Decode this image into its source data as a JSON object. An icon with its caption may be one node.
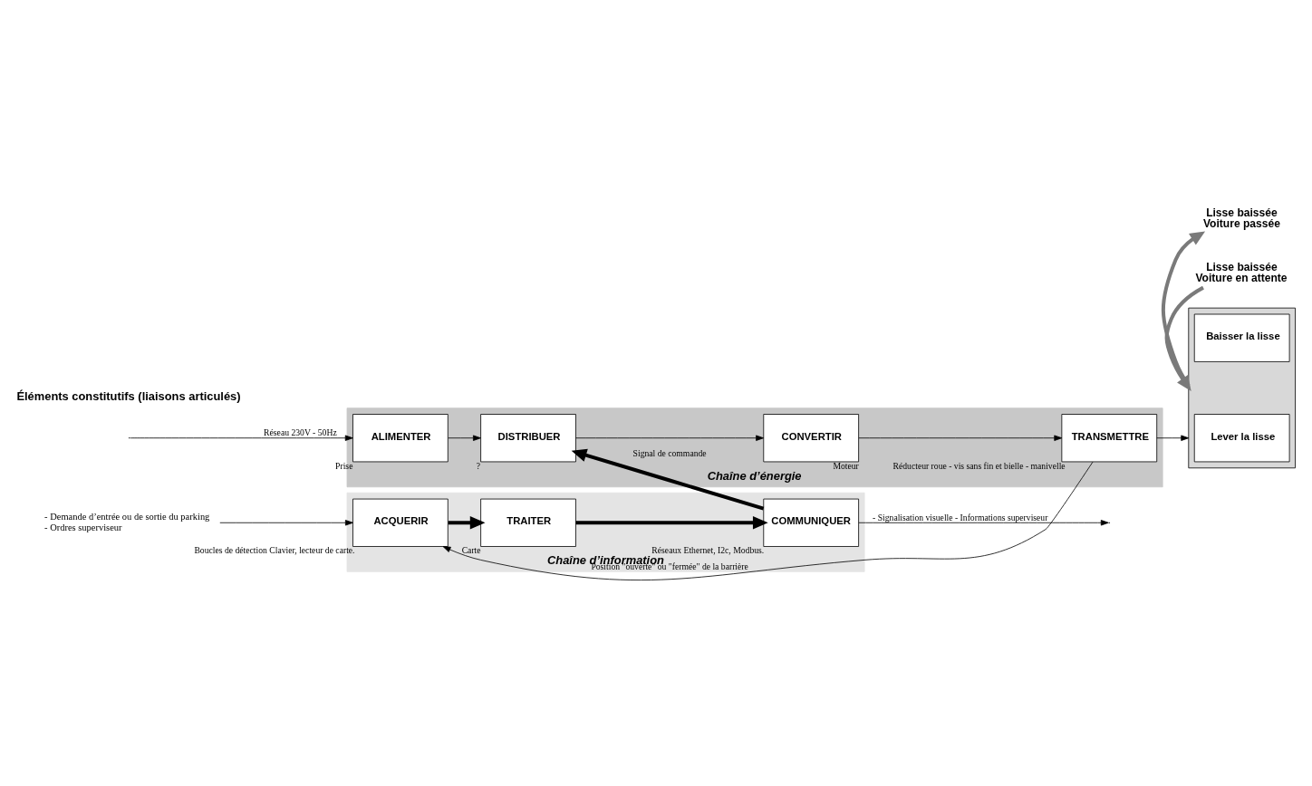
{
  "diagram": {
    "nodes": [
      {
        "text": [
          "Chaîne d’information"
        ]
      },
      {
        "text": [
          "ACQUERIR"
        ],
        "in": 0,
        "beside": [
          "Boucles de détection Clavier, lecteur de carte."
        ]
      },
      {
        "text": [
          "TRAITER"
        ],
        "in": 0,
        "beside": [
          "Carte"
        ]
      },
      {
        "text": [
          "COMMUNIQUER"
        ],
        "in": 0,
        "beside": [
          "Réseaux Ethernet, I2c, Modbus."
        ]
      },
      {
        "text": [
          "Chaîne d’énergie"
        ]
      },
      {
        "text": [
          "ALIMENTER"
        ],
        "in": 4,
        "beside": [
          "Prise"
        ]
      },
      {
        "text": [
          "DISTRIBUER"
        ],
        "in": 4,
        "beside": [
          "?"
        ]
      },
      {
        "text": [
          "CONVERTIR"
        ],
        "in": 4,
        "beside": [
          "Moteur"
        ]
      },
      {
        "text": [
          "TRANSMETTRE"
        ],
        "in": 4,
        "beside": [
          "Réducteur roue - vis sans fin et bielle - manivelle"
        ]
      },
      {
        "text": [],
        "shape": "box"
      },
      {
        "text": [
          "Lever la lisse"
        ],
        "in": 9
      },
      {
        "text": [
          "Baisser la lisse"
        ],
        "in": 9
      },
      {
        "text": [
          "- Demande d’entrée ou de sortie du parking",
          "- Ordres superviseur"
        ]
      },
      {
        "text": [
          "Lisse baissée",
          "Voiture en attente"
        ]
      },
      {
        "text": [
          "Lisse baissée",
          "Voiture passée"
        ]
      }
    ],
    "edges": [
      {
        "from": 12,
        "to": 1,
        "arrow": "to"
      },
      {
        "from": 8,
        "to": 1,
        "arrow": "to",
        "label": "Position \"ouverte\" ou \"fermée\" de la barrière"
      },
      {
        "from": 1,
        "to": 2,
        "arrow": "to",
        "style": "thick"
      },
      {
        "from": 2,
        "to": 3,
        "arrow": "to",
        "style": "thick"
      },
      {
        "from": 3,
        "to": null,
        "arrow": "to",
        "label": "- Signalisation visuelle - Informations superviseur"
      },
      {
        "from": 3,
        "to": 6,
        "arrow": "to",
        "style": "thick",
        "label": "Signal de commande"
      },
      {
        "from": null,
        "to": 5,
        "arrow": "to",
        "label": "Réseau 230V - 50Hz"
      },
      {
        "from": 5,
        "to": 6,
        "arrow": "to"
      },
      {
        "from": 6,
        "to": 7,
        "arrow": "to"
      },
      {
        "from": 7,
        "to": 8,
        "arrow": "to"
      },
      {
        "from": 8,
        "to": 9,
        "arrow": "to"
      },
      {
        "from": 13,
        "to": 9,
        "arrow": "to",
        "style": "thick",
        "color": "#7a7a7a"
      },
      {
        "from": 9,
        "to": 14,
        "arrow": "to",
        "style": "thick",
        "color": "#7a7a7a"
      }
    ],
    "labels": [
      "Éléments constitutifs (liaisons articulés)"
    ]
  }
}
